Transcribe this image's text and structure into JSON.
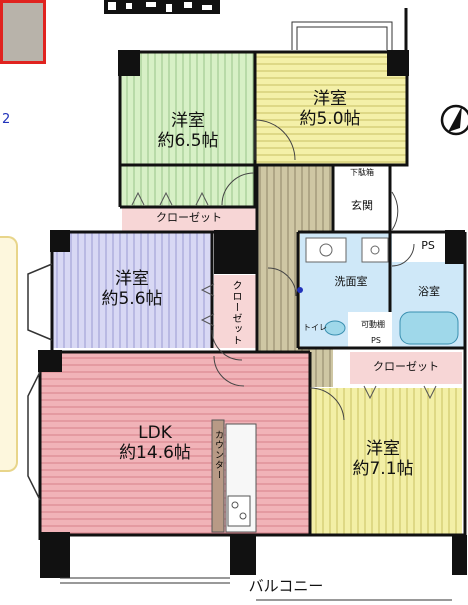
{
  "rooms": {
    "western_6_5": {
      "name": "洋室",
      "size": "約6.5帖",
      "color": "#d7f0c6"
    },
    "western_5_0": {
      "name": "洋室",
      "size": "約5.0帖",
      "color": "#f4f0a8"
    },
    "western_5_6": {
      "name": "洋室",
      "size": "約5.6帖",
      "color": "#d8d8f4"
    },
    "ldk": {
      "name": "LDK",
      "size": "約14.6帖",
      "color": "#f1b3b8"
    },
    "western_7_1": {
      "name": "洋室",
      "size": "約7.1帖",
      "color": "#f3efa6"
    }
  },
  "closets": {
    "top": "クローゼット",
    "vertical": "クローゼット",
    "right": "クローゼット"
  },
  "wet_area": {
    "washroom": "洗面室",
    "bathroom": "浴室",
    "toilet": "トイレ",
    "movable_shelf": "可動棚",
    "color": "#cfe8f8"
  },
  "entrance": {
    "label": "玄関",
    "shoe_box": "下駄箱"
  },
  "ps": {
    "top": "PS",
    "bottom": "PS"
  },
  "counter": "カウンター",
  "balcony": "バルコニー",
  "colors": {
    "wall": "#111111",
    "hallway": "#cfc7a4",
    "closet": "#f7d6d6",
    "accent_red": "#e0231f",
    "accent_blue": "#2233bb"
  }
}
